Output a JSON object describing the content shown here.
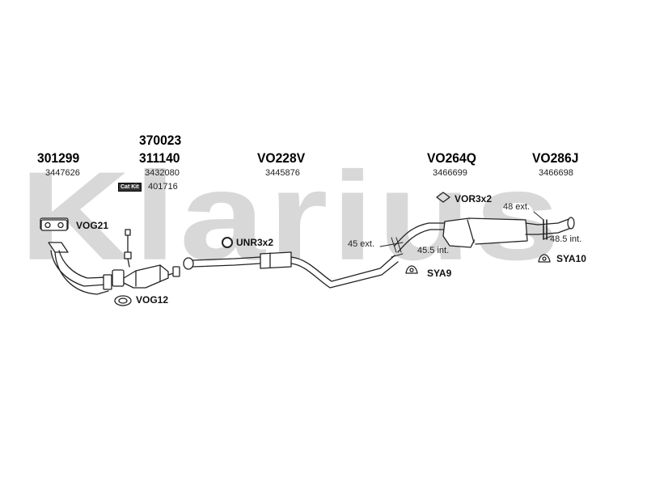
{
  "watermark": {
    "text": "Klarius"
  },
  "parts": [
    {
      "part_number": "301299",
      "oe_number": "3447626"
    },
    {
      "part_number": "370023"
    },
    {
      "part_number": "311140",
      "oe_number": "3432080",
      "cat_kit_label": "Cat Kit",
      "cat_kit_number": "401716"
    },
    {
      "part_number": "VO228V",
      "oe_number": "3445876"
    },
    {
      "part_number": "VO264Q",
      "oe_number": "3466699"
    },
    {
      "part_number": "VO286J",
      "oe_number": "3466698"
    }
  ],
  "fittings": {
    "vog21": "VOG21",
    "vog12": "VOG12",
    "unr": "UNR3x2",
    "vor": "VOR3x2",
    "sya9": "SYA9",
    "sya10": "SYA10"
  },
  "dimensions": {
    "ext_45": "45 ext.",
    "int_45_5": "45.5 int.",
    "ext_48": "48 ext.",
    "int_48_5": "48.5 int."
  }
}
